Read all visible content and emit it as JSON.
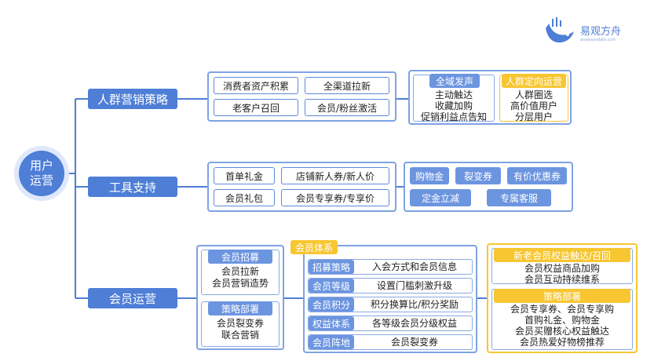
{
  "brand": {
    "name": "易观方舟",
    "sub": "analysysdata.com"
  },
  "center": {
    "l1": "用户",
    "l2": "运营"
  },
  "b1": {
    "label": "人群营销策略",
    "cells": [
      "消费者资产积累",
      "全渠道拉新",
      "老客户召回",
      "会员/粉丝激活"
    ],
    "p1": {
      "header": "全域发声",
      "items": [
        "主动触达",
        "收藏加购",
        "促销利益点告知"
      ]
    },
    "p2": {
      "header": "人群定向运营",
      "items": [
        "人群圈选",
        "高价值用户",
        "分层用户"
      ]
    }
  },
  "b2": {
    "label": "工具支持",
    "cells": [
      "首单礼金",
      "店铺新人券/新人价",
      "会员礼包",
      "会员专享券/专享价"
    ],
    "tools": [
      "购物金",
      "裂变券",
      "有价优惠券",
      "定金立减",
      "专属客服"
    ]
  },
  "b3": {
    "label": "会员运营",
    "l1": {
      "header": "会员招募",
      "items": [
        "会员拉新",
        "会员营销造势"
      ]
    },
    "l2": {
      "header": "策略部署",
      "items": [
        "会员裂变券",
        "联合营销"
      ]
    },
    "sys": {
      "header": "会员体系",
      "rows": [
        {
          "k": "招募策略",
          "v": "入会方式和会员信息"
        },
        {
          "k": "会员等级",
          "v": "设置门槛刺激升级"
        },
        {
          "k": "会员积分",
          "v": "积分换算比/积分奖励"
        },
        {
          "k": "权益体系",
          "v": "各等级会员分级权益"
        },
        {
          "k": "会员阵地",
          "v": "会员裂变券"
        }
      ]
    },
    "r1": {
      "header": "新老会员权益触达/召回",
      "items": [
        "会员权益商品加购",
        "会员互动持续维系"
      ]
    },
    "r2": {
      "header": "策略部署",
      "items": [
        "会员专享券、会员专享购",
        "首购礼金、购物金",
        "会员买赠核心权益触达",
        "会员热爱好物榜推荐"
      ]
    }
  }
}
